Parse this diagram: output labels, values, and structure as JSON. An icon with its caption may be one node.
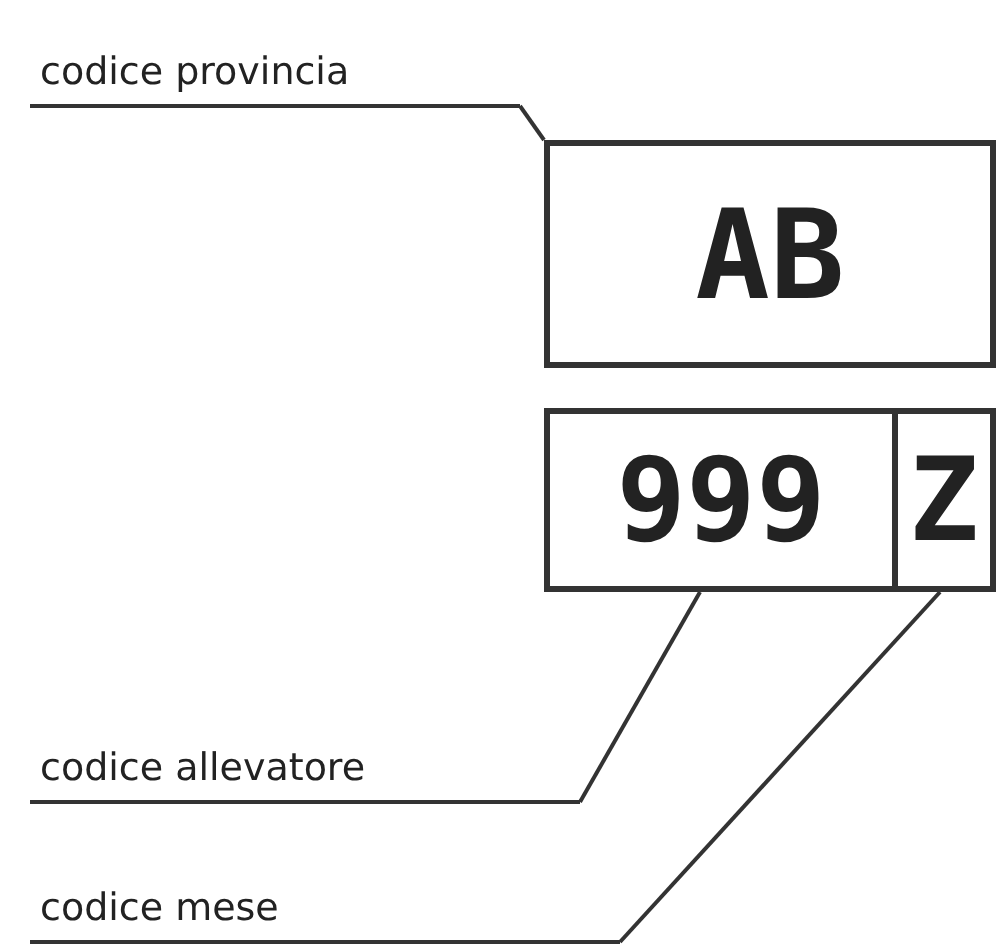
{
  "diagram": {
    "nodes": [
      {
        "text": [
          "codice provincia"
        ]
      },
      {
        "text": [
          "AB"
        ]
      },
      {
        "text": [
          "999"
        ]
      },
      {
        "text": [
          "Z"
        ]
      },
      {
        "text": [
          "codice allevatore"
        ]
      },
      {
        "text": [
          "codice mese"
        ]
      }
    ],
    "edges": [
      {
        "from": 0,
        "to": 1,
        "arrow": "none"
      },
      {
        "from": 4,
        "to": 2,
        "arrow": "none"
      },
      {
        "from": 5,
        "to": 3,
        "arrow": "none"
      }
    ]
  }
}
